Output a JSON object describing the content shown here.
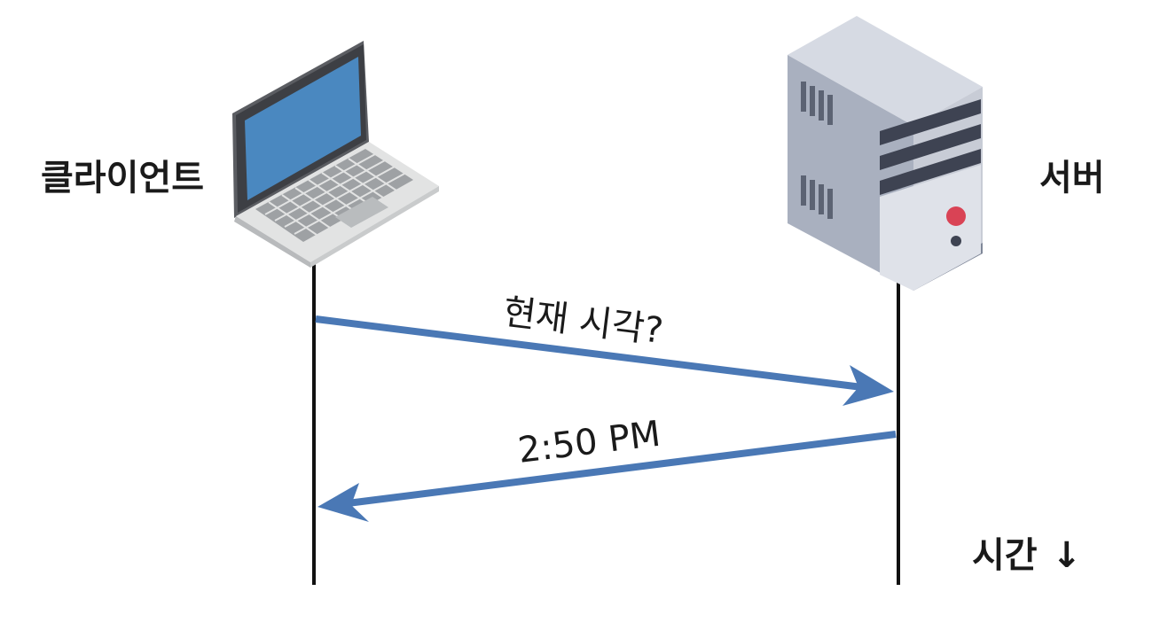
{
  "client": {
    "label": "클라이언트"
  },
  "server": {
    "label": "서버"
  },
  "messages": [
    {
      "text": "현재 시각?",
      "direction": "client-to-server"
    },
    {
      "text": "2:50 PM",
      "direction": "server-to-client"
    }
  ],
  "time_axis": {
    "label": "시간",
    "arrow": "↓"
  },
  "colors": {
    "arrow": "#4a78b5",
    "lifeline": "#111111",
    "laptop_screen": "#4a88c0",
    "server_body": "#b3b9c7",
    "server_led": "#d94355"
  },
  "icons": {
    "client": "laptop-icon",
    "server": "server-tower-icon"
  }
}
